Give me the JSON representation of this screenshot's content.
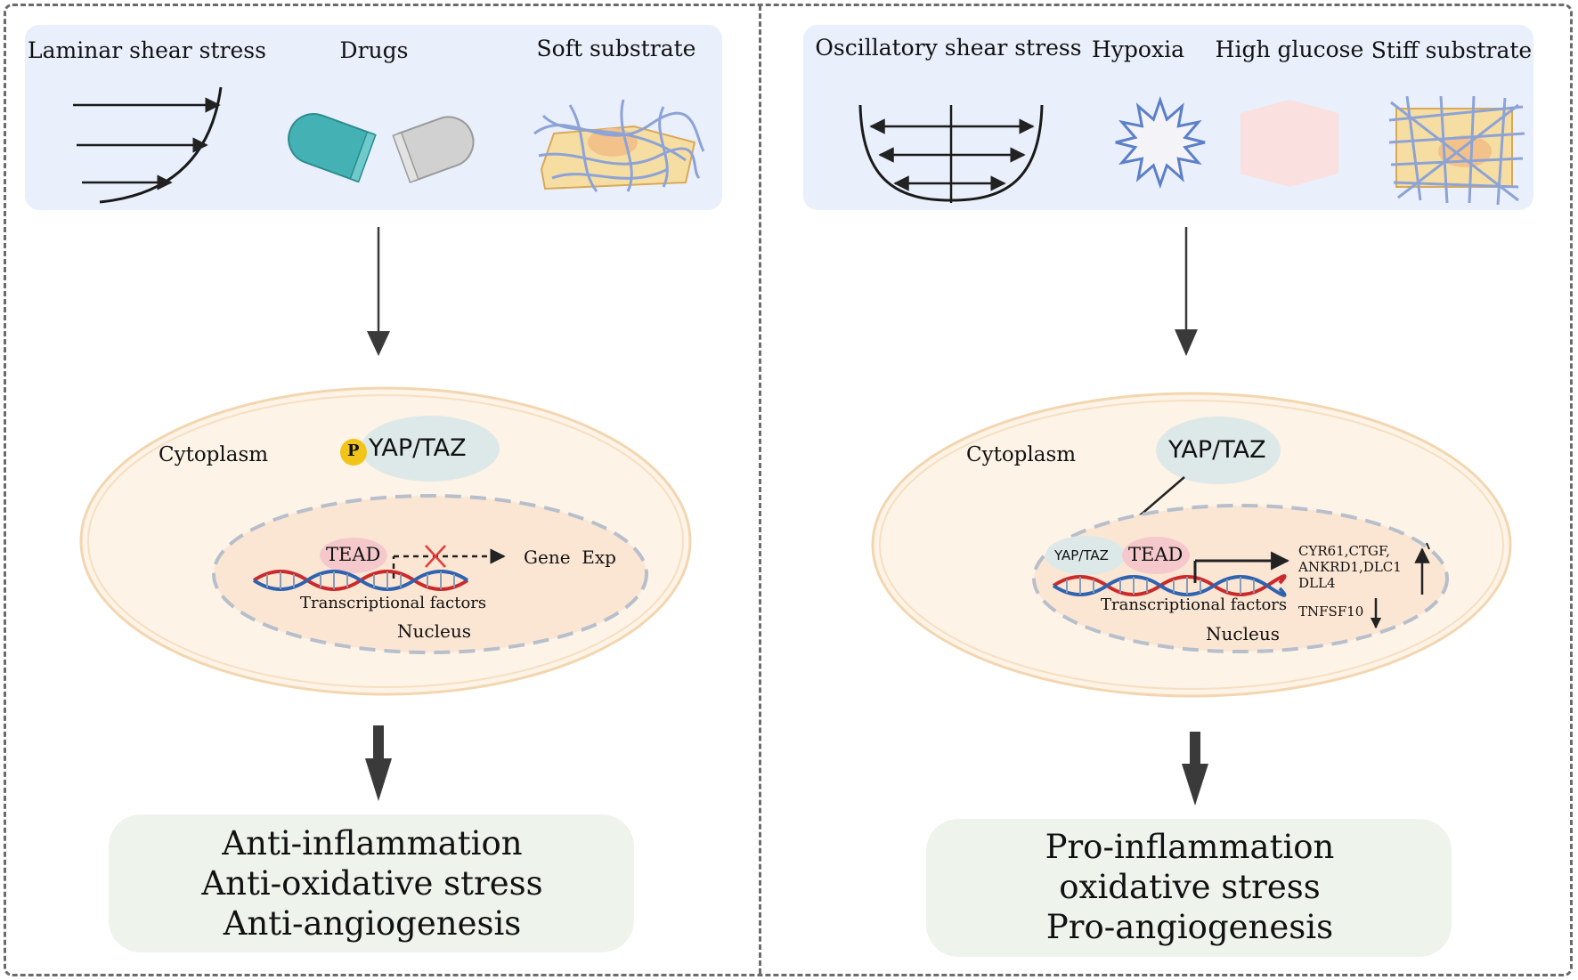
{
  "left_panel": {
    "stimuli": [
      "Laminar shear stress",
      "Drugs",
      "Soft substrate"
    ],
    "cell": {
      "cytoplasm_label": "Cytoplasm",
      "phospho_label": "P",
      "yap_label": "YAP/TAZ",
      "tead_label": "TEAD",
      "gene_exp_label": "Gene  Exp",
      "tf_label": "Transcriptional factors",
      "nucleus_label": "Nucleus"
    },
    "outcomes": [
      "Anti-inflammation",
      "Anti-oxidative stress",
      "Anti-angiogenesis"
    ]
  },
  "right_panel": {
    "stimuli": [
      "Oscillatory shear stress",
      "Hypoxia",
      "High glucose",
      "Stiff substrate"
    ],
    "cell": {
      "cytoplasm_label": "Cytoplasm",
      "yap_label": "YAP/TAZ",
      "nuclear_yap_label": "YAP/TAZ",
      "tead_label": "TEAD",
      "genes_up": [
        "CYR61,CTGF,",
        "ANKRD1,DLC1",
        "DLL4"
      ],
      "gene_down": "TNFSF10",
      "tf_label": "Transcriptional factors",
      "nucleus_label": "Nucleus"
    },
    "outcomes": [
      "Pro-inflammation",
      "oxidative stress",
      "Pro-angiogenesis"
    ]
  },
  "colors": {
    "stimulus_box": "#e9effb",
    "outcome_box": "#eef3ec",
    "cell_fill": "#fdf3e6",
    "nucleus_fill": "#fbe6d4",
    "yap_oval": "#dde9e8",
    "tead_oval": "#f5c9cc",
    "phospho": "#f0c419",
    "dna_red": "#cc2a2a",
    "dna_blue": "#2f63b0",
    "drug_teal": "#44b2b4",
    "drug_gray": "#c9c9c9",
    "fiber": "#8da3d6",
    "substrate": "#f6dea3"
  }
}
